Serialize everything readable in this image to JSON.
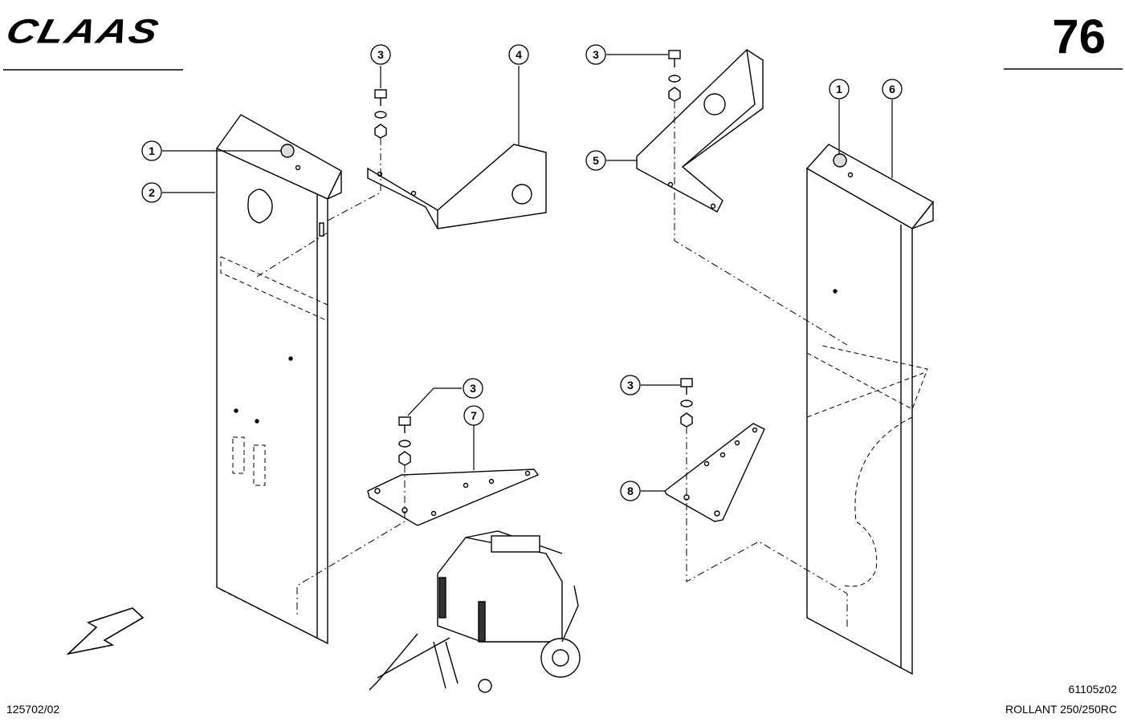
{
  "header": {
    "brand": "CLAAS",
    "page_number": "76"
  },
  "footer": {
    "drawing_code": "125702/02",
    "figure_code": "61105z02",
    "model": "ROLLANT 250/250RC"
  },
  "callouts": [
    "1",
    "2",
    "3",
    "4",
    "3",
    "5",
    "1",
    "6",
    "3",
    "7",
    "3",
    "8"
  ]
}
